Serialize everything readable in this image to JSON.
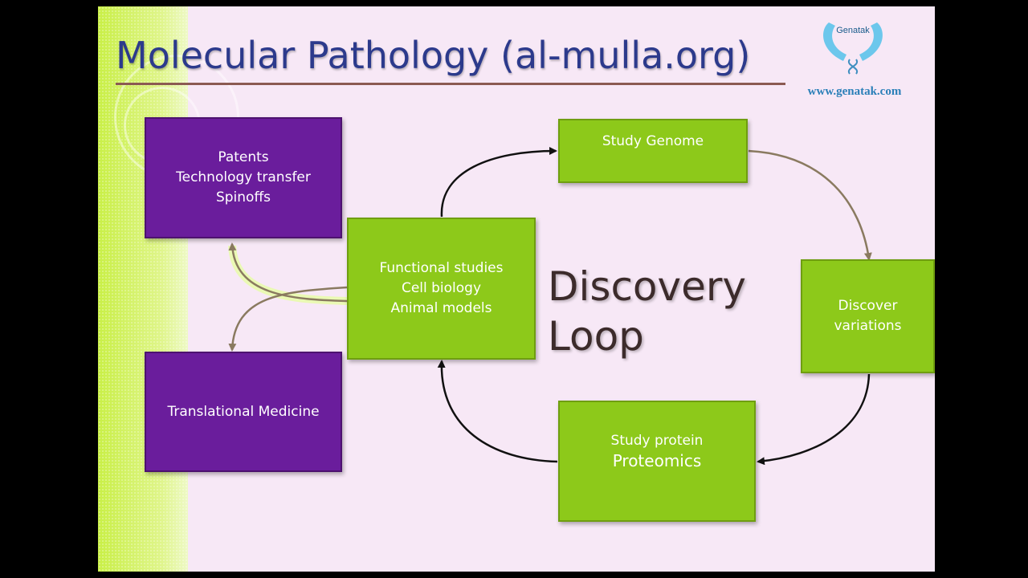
{
  "slide": {
    "title": "Molecular Pathology (al-mulla.org)",
    "logo": {
      "name": "Genatak",
      "url": "www.genatak.com"
    }
  },
  "diagram": {
    "nodes": {
      "patents": [
        "Patents",
        "Technology transfer",
        "Spinoffs"
      ],
      "translational": [
        "Translational Medicine"
      ],
      "functional": [
        "Functional studies",
        "Cell biology",
        "Animal models"
      ],
      "genome": [
        "Study Genome"
      ],
      "variations": [
        "Discover",
        "variations"
      ],
      "protein": [
        "Study protein",
        "Proteomics"
      ]
    },
    "loop_label": [
      "Discovery",
      "Loop"
    ],
    "colors": {
      "green": "#8dc91a",
      "purple": "#6a1d9c",
      "arrow_dark": "#111111",
      "arrow_brown": "#8a7a60",
      "title": "#2c3a8c"
    }
  }
}
